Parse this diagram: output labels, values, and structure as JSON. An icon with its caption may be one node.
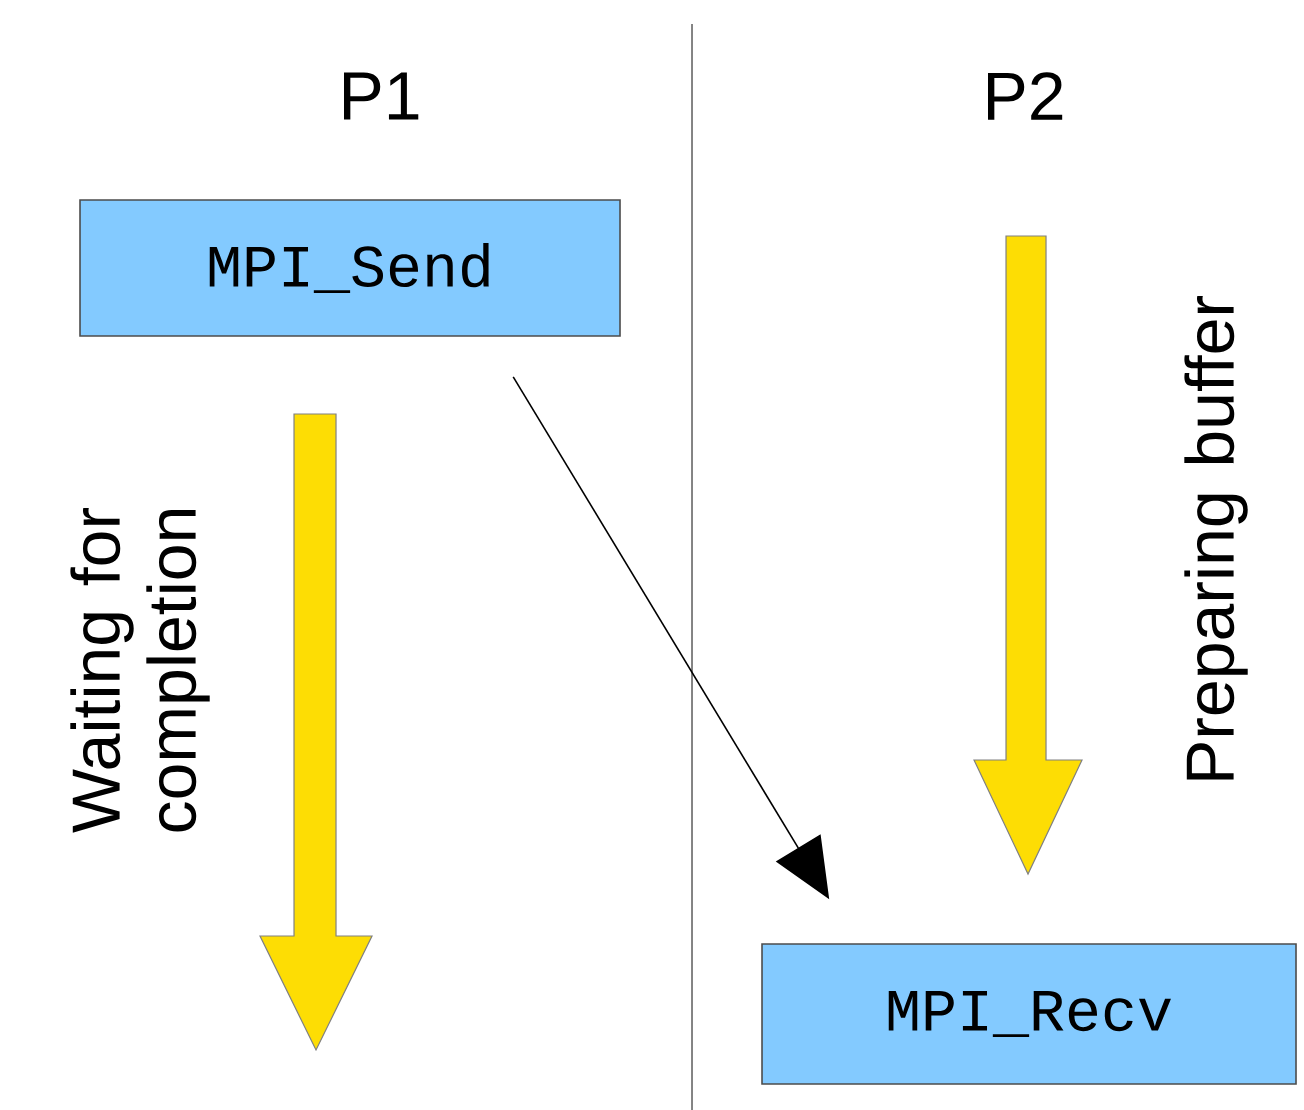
{
  "diagram": {
    "nodes": [
      {
        "text": [
          "MPI_Send"
        ]
      },
      {
        "text": [
          "MPI_Recv"
        ]
      }
    ],
    "edges": [
      {
        "from": 0,
        "to": 1,
        "arrow": "to"
      }
    ],
    "labels": [
      "P1",
      "P2",
      "Waiting for completion",
      "Preparing buffer"
    ]
  }
}
